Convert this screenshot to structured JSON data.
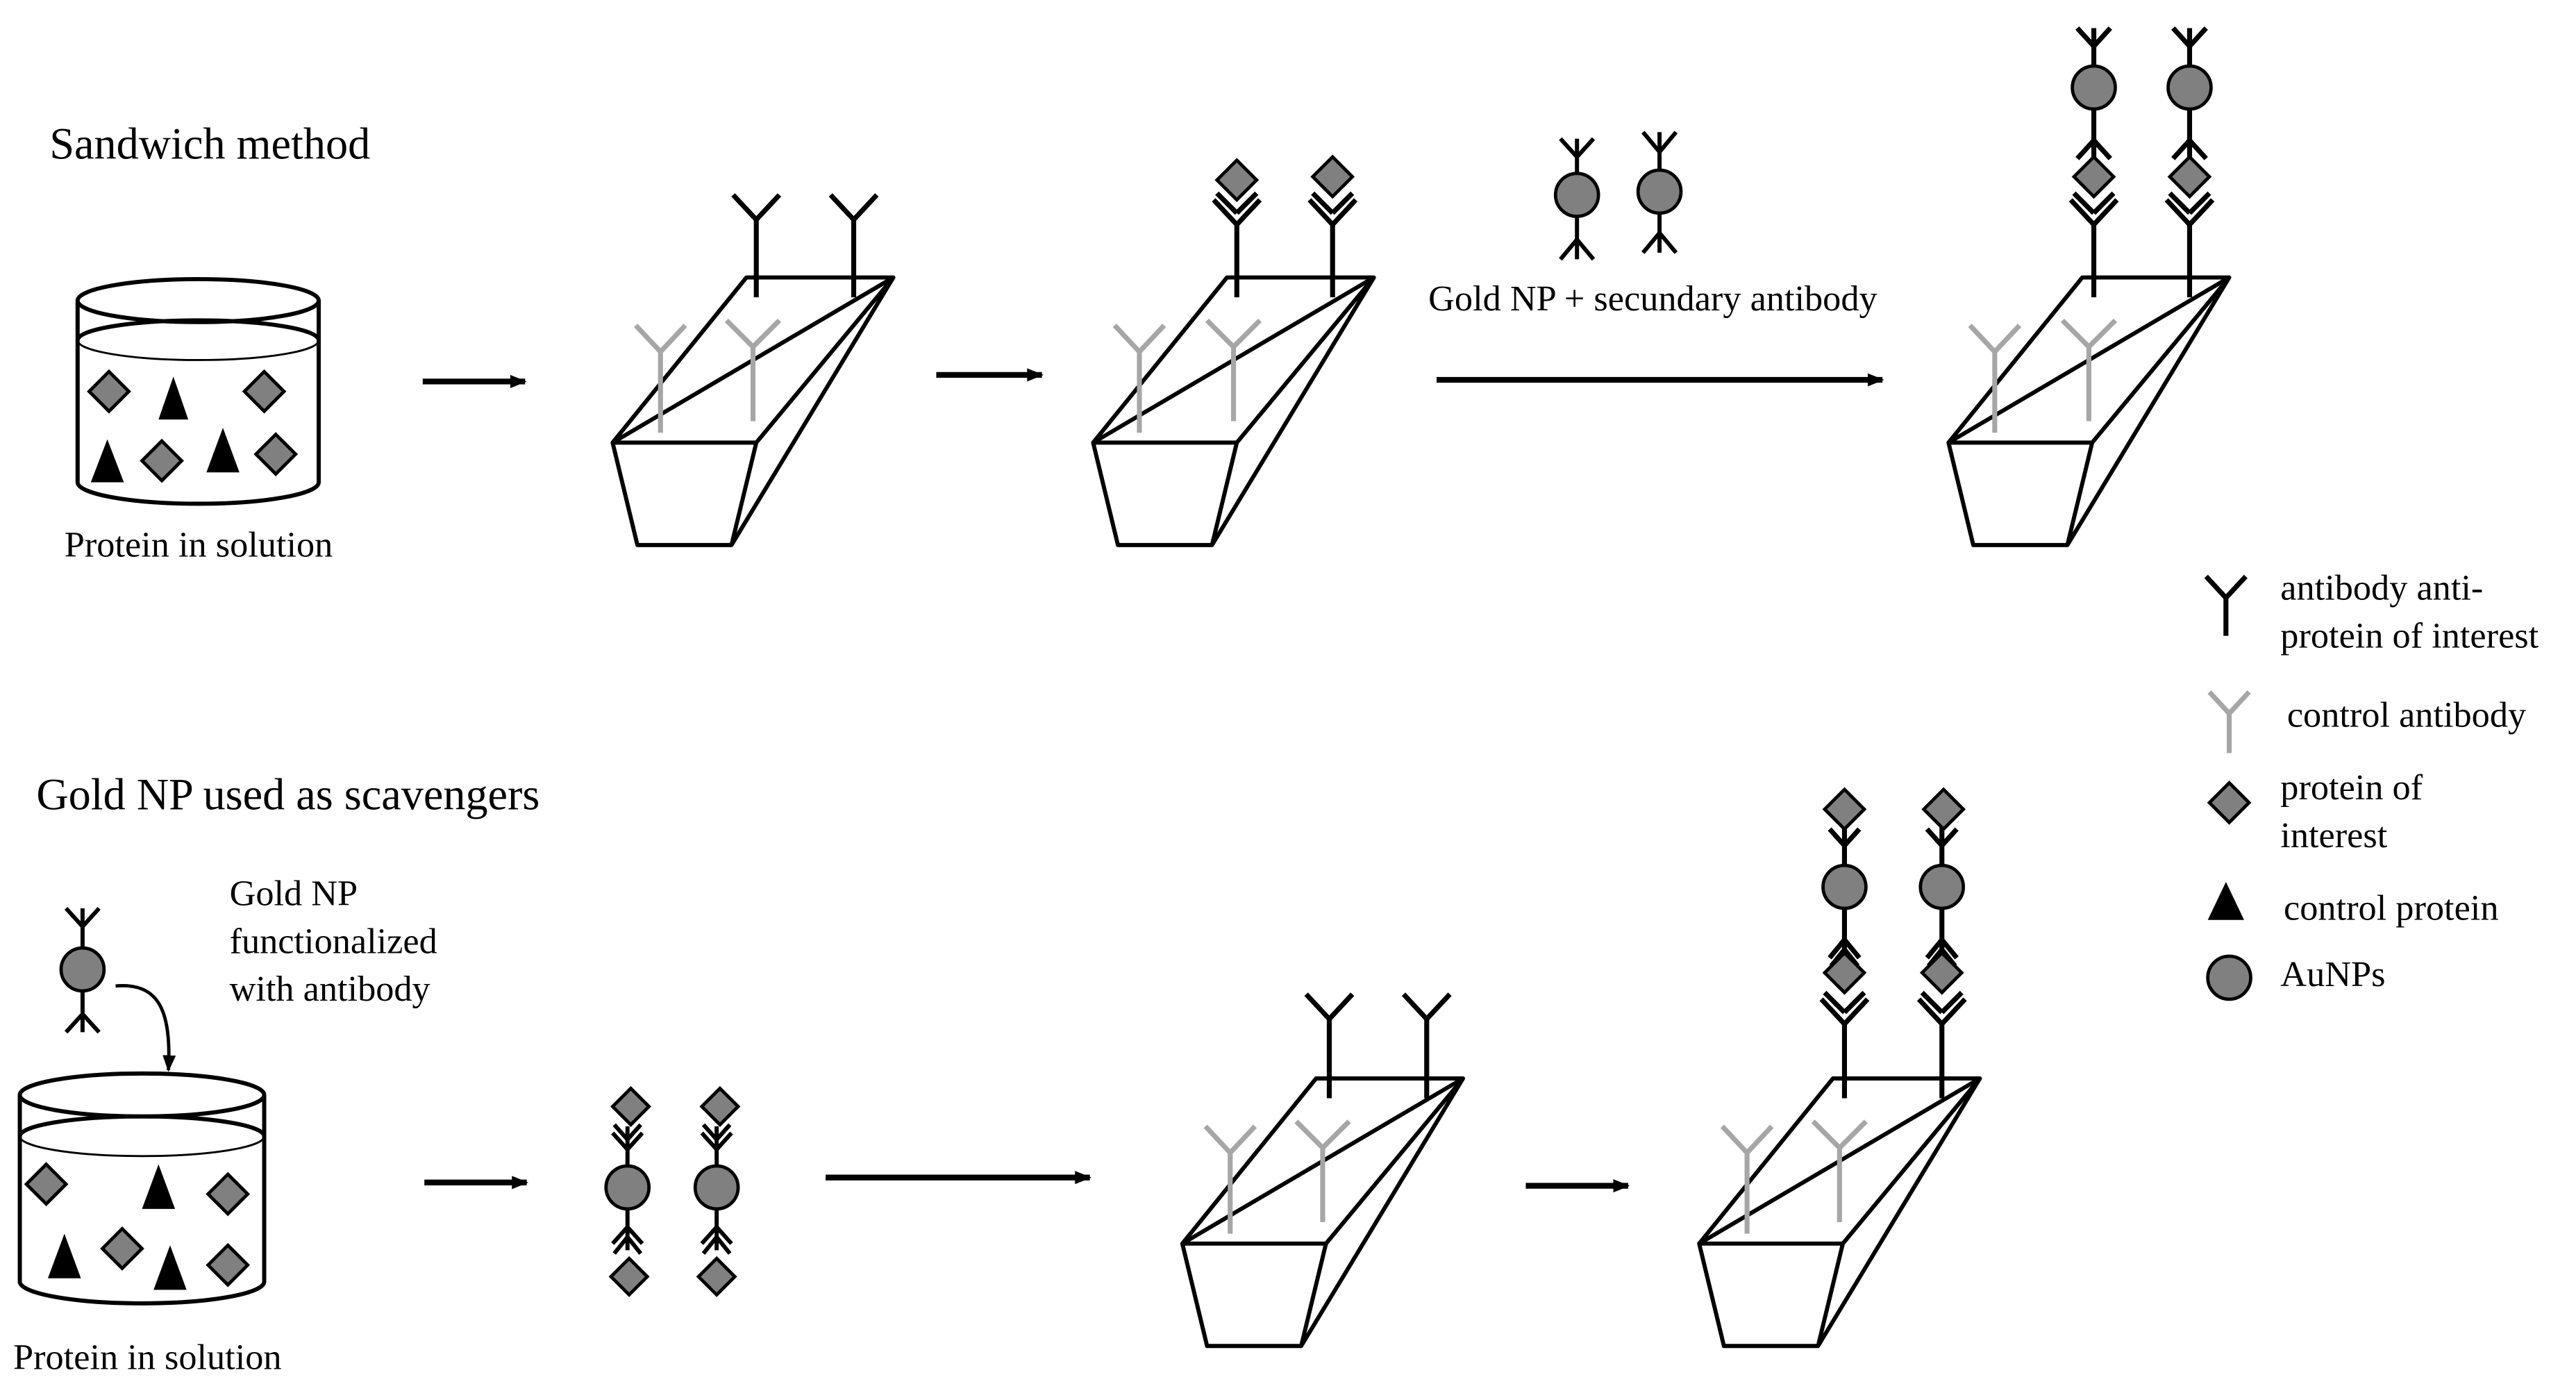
{
  "sections": {
    "sandwich": {
      "title": "Sandwich method",
      "container_label": "Protein in solution",
      "step_label": "Gold NP + secundary antibody"
    },
    "scavenger": {
      "title": "Gold NP used as scavengers",
      "container_label": "Protein in solution",
      "np_label": [
        "Gold NP",
        "functionalized",
        "with antibody"
      ]
    }
  },
  "legend": [
    {
      "icon": "antibody-icon",
      "lines": [
        "antibody anti-",
        "protein of interest"
      ]
    },
    {
      "icon": "control-antibody-icon",
      "lines": [
        "control antibody"
      ]
    },
    {
      "icon": "protein-of-interest-icon",
      "lines": [
        "protein of",
        "interest"
      ]
    },
    {
      "icon": "control-protein-icon",
      "lines": [
        "control protein"
      ]
    },
    {
      "icon": "aunp-icon",
      "lines": [
        "AuNPs"
      ]
    }
  ],
  "colors": {
    "antibody": "#000000",
    "control_antibody": "#a6a6a6",
    "protein_of_interest": "#808080",
    "aunp": "#808080",
    "control_protein": "#000000",
    "outline": "#000000"
  }
}
